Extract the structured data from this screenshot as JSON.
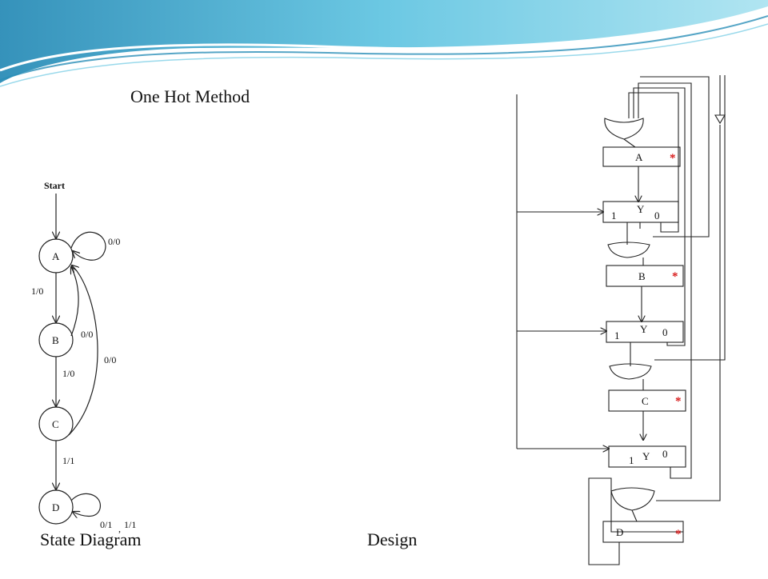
{
  "slide": {
    "title": "One Hot Method",
    "state_caption": "State Diagram",
    "design_caption": "Design"
  },
  "state_diagram": {
    "start_label": "Start",
    "states": [
      "A",
      "B",
      "C",
      "D"
    ],
    "transitions": {
      "a_self": "0/0",
      "a_to_b": "1/0",
      "b_to_a": "0/0",
      "b_to_c": "1/0",
      "c_to_a": "0/0",
      "c_to_d": "1/1",
      "d_self_0": "0/1",
      "d_sep": ",",
      "d_self_1": "1/1"
    }
  },
  "design": {
    "flipflops": [
      "A",
      "B",
      "C",
      "D"
    ],
    "marker": "*",
    "decision_label": "Y",
    "branch_true": "1",
    "branch_false": "0"
  },
  "colors": {
    "banner_dark": "#2f9fc4",
    "banner_light": "#9edcee",
    "line": "#222222"
  }
}
